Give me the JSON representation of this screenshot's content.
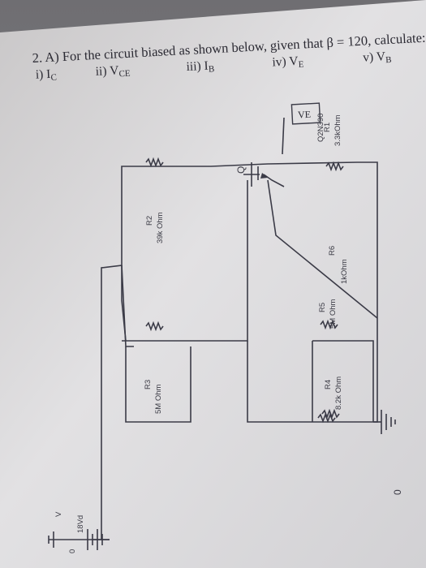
{
  "problem": {
    "heading": "2. A) For the circuit biased as shown below, given that β = 120, calculate:",
    "items": [
      "i) I",
      "ii) V",
      "iii) I",
      "iv) V",
      "v) V"
    ],
    "subs": [
      "C",
      "CE",
      "B",
      "E",
      "B"
    ]
  },
  "components": {
    "r1": {
      "name": "R1",
      "value": "3.3kOhm"
    },
    "r2": {
      "name": "R2",
      "value": "39k Ohm"
    },
    "r3": {
      "name": "R3",
      "value": "5M Ohm"
    },
    "r4": {
      "name": "R4",
      "value": "8.2k Ohm"
    },
    "r5": {
      "name": "R5",
      "value": "5M Ohm"
    },
    "r6": {
      "name": "R6",
      "value": "1kOhm"
    },
    "q": {
      "name": "Q",
      "model": "Q2N390"
    },
    "source": {
      "polarity": "V",
      "value": "18Vd",
      "ground": "0"
    },
    "ground": {
      "label": "0"
    },
    "probe": {
      "label": "VE"
    }
  }
}
